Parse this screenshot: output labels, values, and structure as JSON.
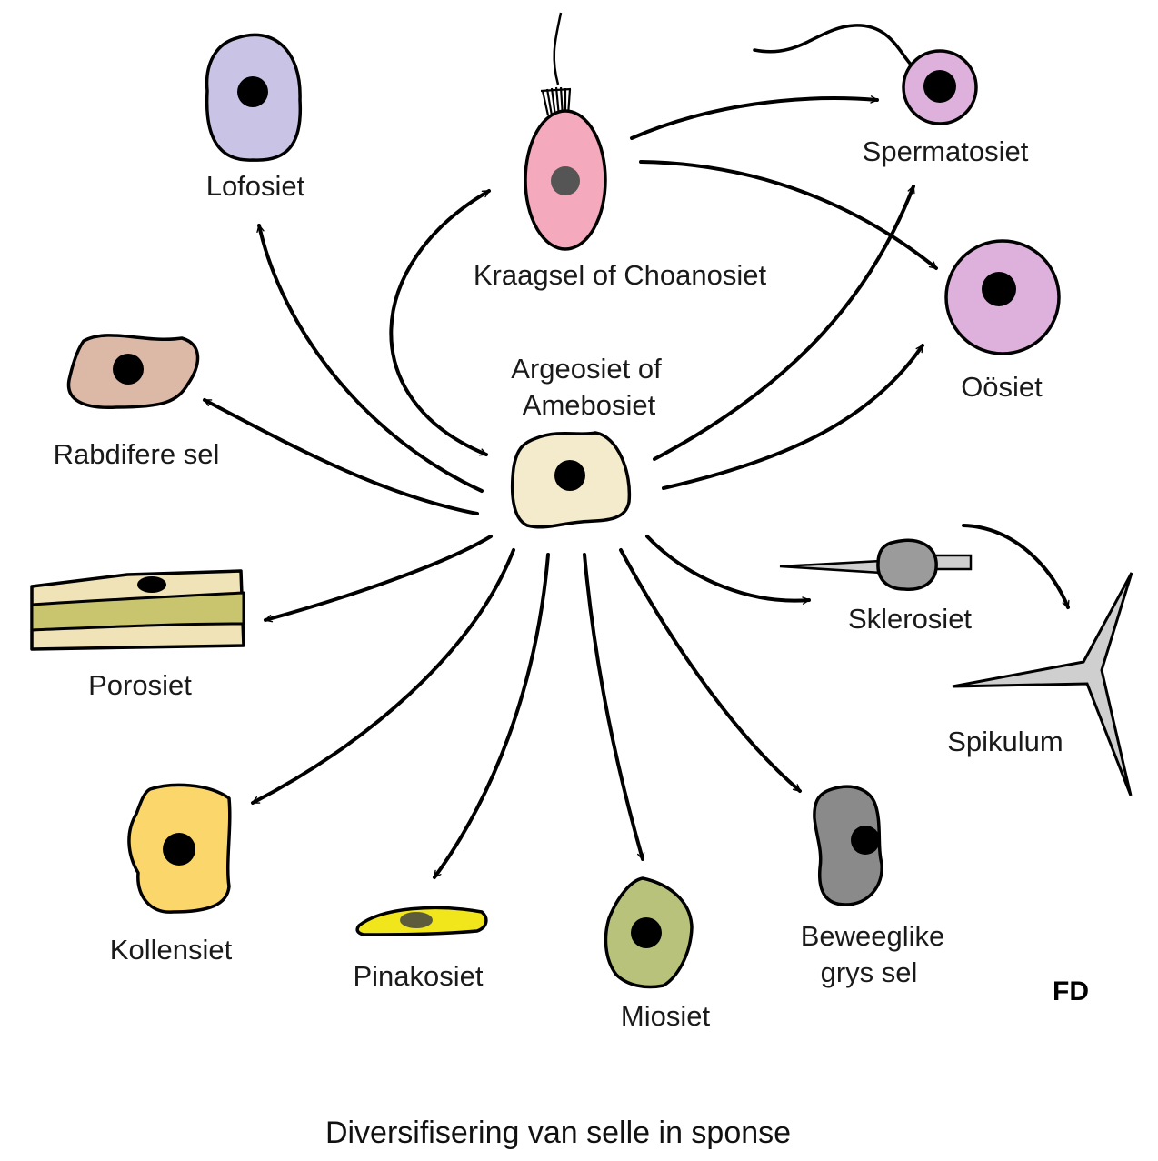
{
  "title": "Diversifisering van selle in sponse",
  "signature": "FD",
  "center_cell": {
    "label_line1": "Argeosiet of",
    "label_line2": "Amebosiet",
    "color": "#f3ebcc"
  },
  "cells": {
    "lofosiet": {
      "label": "Lofosiet",
      "color": "#c9c3e6"
    },
    "choanosiet": {
      "label": "Kraagsel of Choanosiet",
      "color": "#f4a9bd",
      "nucleus_color": "#555555"
    },
    "spermatosiet": {
      "label": "Spermatosiet",
      "color": "#deb1dc"
    },
    "oosiet": {
      "label": "Oösiet",
      "color": "#deb1dc"
    },
    "rabdifere": {
      "label": "Rabdifere sel",
      "color": "#dbb9a6"
    },
    "porosiet": {
      "label": "Porosiet",
      "color_outer": "#f1e3b8",
      "color_band": "#c9c46e"
    },
    "sklerosiet": {
      "label": "Sklerosiet",
      "color": "#9b9b9b",
      "spine_color": "#cfcfcf"
    },
    "spikulum": {
      "label": "Spikulum",
      "color": "#cfcfcf"
    },
    "kollensiet": {
      "label": "Kollensiet",
      "color": "#fbd66b"
    },
    "pinakosiet": {
      "label": "Pinakosiet",
      "color": "#f1e51c",
      "nucleus_color": "#5c5c3c"
    },
    "miosiet": {
      "label": "Miosiet",
      "color": "#b9c27a"
    },
    "grys_sel": {
      "label_line1": "Beweeglike",
      "label_line2": "grys sel",
      "color": "#8a8a8a"
    }
  }
}
